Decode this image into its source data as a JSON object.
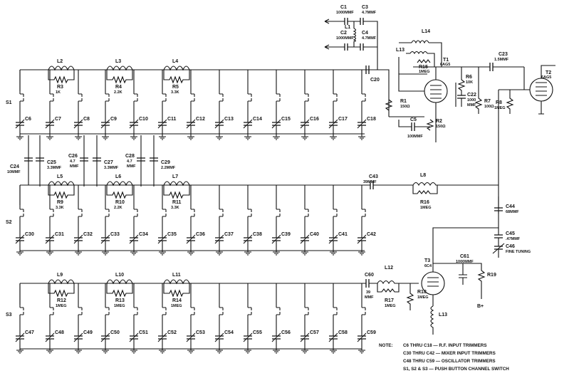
{
  "sw": [
    "S1",
    "S2",
    "S3"
  ],
  "tr_lbl": [
    "C6",
    "C7",
    "C8",
    "C9",
    "C10",
    "C11",
    "C12",
    "C13",
    "C14",
    "C15",
    "C16",
    "C17",
    "C18"
  ],
  "mx_lbl": [
    "C30",
    "C31",
    "C32",
    "C33",
    "C34",
    "C35",
    "C36",
    "C37",
    "C38",
    "C39",
    "C40",
    "C41",
    "C42"
  ],
  "os_lbl": [
    "C47",
    "C48",
    "C49",
    "C50",
    "C51",
    "C52",
    "C53",
    "C54",
    "C55",
    "C56",
    "C57",
    "C58",
    "C59"
  ],
  "coils": [
    {
      "l": "L2",
      "r": "R3",
      "v": "1K"
    },
    {
      "l": "L3",
      "r": "R4",
      "v": "2.2K"
    },
    {
      "l": "L4",
      "r": "R5",
      "v": "3.3K"
    },
    {
      "l": "L5",
      "r": "R9",
      "v": "3.3K"
    },
    {
      "l": "L6",
      "r": "R10",
      "v": "2.2K"
    },
    {
      "l": "L7",
      "r": "R11",
      "v": "3.3K"
    },
    {
      "l": "L9",
      "r": "R12",
      "v": "1MEG"
    },
    {
      "l": "L10",
      "r": "R13",
      "v": "1MEG"
    },
    {
      "l": "L11",
      "r": "R14",
      "v": "1MEG"
    }
  ],
  "caps": {
    "c24": {
      "n": "C24",
      "v": "10MMF"
    },
    "c25": {
      "n": "C25",
      "v": "3.3MMF"
    },
    "c26": {
      "n": "C26",
      "v1": "4.7",
      "v2": "MMF"
    },
    "c27": {
      "n": "C27",
      "v": "3.3MMF"
    },
    "c28": {
      "n": "C28",
      "v1": "4.7",
      "v2": "MMF"
    },
    "c29": {
      "n": "C29",
      "v": "2.2MMF"
    },
    "c1": {
      "n": "C1",
      "v": "1000MMF"
    },
    "c2": {
      "n": "C2",
      "v": "1000MMF"
    },
    "c3": {
      "n": "C3",
      "v": "4.7MMF"
    },
    "c4": {
      "n": "C4",
      "v": "4.7MMF"
    },
    "c5": {
      "n": "C5",
      "v": "100MMF"
    },
    "c20": {
      "n": "C20"
    },
    "c22": {
      "n": "C22",
      "v1": "1000",
      "v2": "MMF"
    },
    "c23": {
      "n": "C23",
      "v": "1.5MMF"
    },
    "c43": {
      "n": "C43",
      "v": "39MMF"
    },
    "c44": {
      "n": "C44",
      "v": "68MMF"
    },
    "c45": {
      "n": "C45",
      "v": ".47MMF"
    },
    "c46": {
      "n": "C46",
      "v": "FINE TUNING"
    },
    "c60": {
      "n": "C60",
      "v1": "39",
      "v2": "MMF"
    },
    "c61": {
      "n": "C61",
      "v": "1000MMF"
    }
  },
  "res": {
    "r1": {
      "n": "R1",
      "v": "150Ω"
    },
    "r2": {
      "n": "R2",
      "v": "150Ω"
    },
    "r6": {
      "n": "R6",
      "v": "10K"
    },
    "r7": {
      "n": "R7",
      "v": "100Ω"
    },
    "r8": {
      "n": "R8",
      "v": "1MEG"
    },
    "r15": {
      "n": "R15",
      "v": "1MEG"
    },
    "r16": {
      "n": "R16",
      "v": "1MEG"
    },
    "r17": {
      "n": "R17",
      "v": "1MEG"
    },
    "r18": {
      "n": "R18",
      "v": "1MEG"
    },
    "r19": {
      "n": "R19"
    }
  },
  "ind": {
    "l1": "L1",
    "l8": "L8",
    "l12": "L12",
    "l13": "L13",
    "l14": "L14"
  },
  "tubes": {
    "t1": {
      "n": "T1",
      "v": "6AG5"
    },
    "t2": {
      "n": "T2",
      "v": "6AG5"
    },
    "t3": {
      "n": "T3",
      "v": "6C4"
    }
  },
  "bplus": "B+",
  "notes": [
    {
      "k": "NOTE:",
      "t": "C6 THRU C18 — R.F. INPUT TRIMMERS"
    },
    {
      "k": "",
      "t": "C30 THRU C42 — MIXER INPUT TRIMMERS"
    },
    {
      "k": "",
      "t": "C48 THRU C59 — OSCILLATOR TRIMMERS"
    },
    {
      "k": "",
      "t": "S1, S2 & S3 — PUSH BUTTON CHANNEL SWITCH"
    }
  ]
}
